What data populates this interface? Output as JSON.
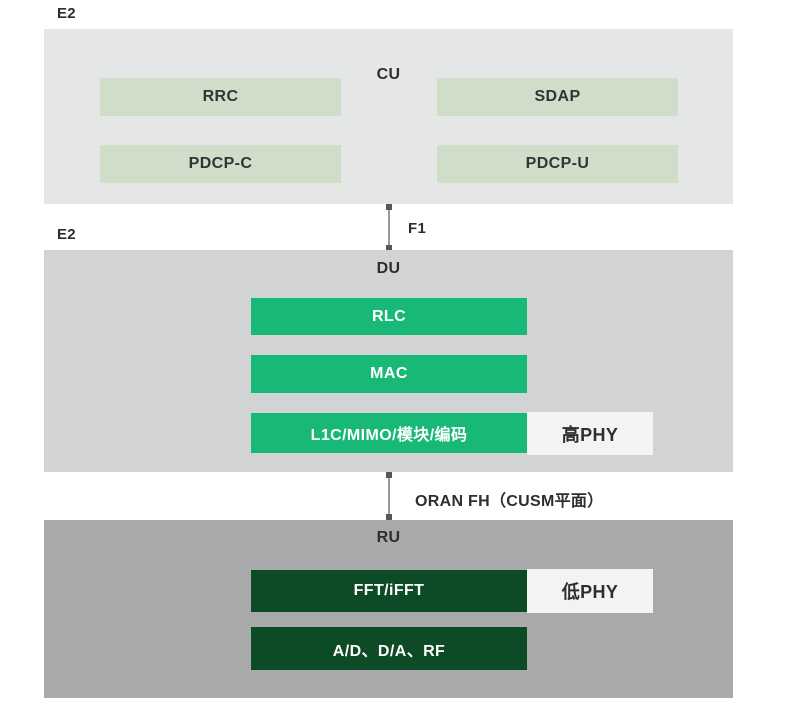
{
  "labels": {
    "e2_top": "E2",
    "e2_mid": "E2",
    "f1": "F1",
    "oran_fh": "ORAN FH（CUSM平面）"
  },
  "cu": {
    "title": "CU",
    "boxes": [
      "RRC",
      "SDAP",
      "PDCP-C",
      "PDCP-U"
    ]
  },
  "du": {
    "title": "DU",
    "boxes": [
      "RLC",
      "MAC",
      "L1C/MIMO/模块/编码"
    ],
    "phy": "高PHY"
  },
  "ru": {
    "title": "RU",
    "boxes": [
      "FFT/iFFT",
      "A/D、D/A、RF"
    ],
    "phy": "低PHY"
  },
  "colors": {
    "cu_background": "#e5e7e6",
    "du_background": "#d2d3d4",
    "ru_background": "#a7a9ab",
    "cu_inner_green": "#cfddc9",
    "du_inner_green": "#18b877",
    "ru_inner_green": "#0d4a26",
    "phy_background": "#f2f3f2",
    "text_dark": "#2d2e30",
    "text_white": "#ffffff"
  }
}
